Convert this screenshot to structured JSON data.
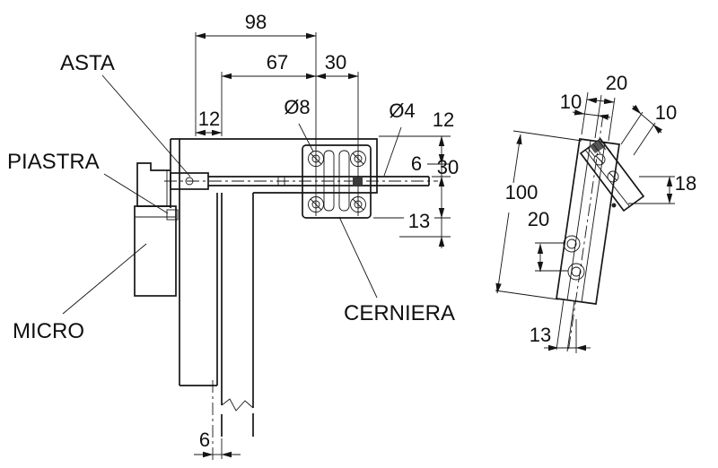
{
  "colors": {
    "line": "#161616",
    "background": "#ffffff"
  },
  "labels": {
    "asta": "ASTA",
    "piastra": "PIASTRA",
    "micro": "MICRO",
    "cerniera": "CERNIERA"
  },
  "front_dims": {
    "overall_width": "98",
    "rod_length": "67",
    "hinge_width": "30",
    "left_offset": "12",
    "hole_large": "Ø8",
    "hole_small": "Ø4",
    "right_top": "12",
    "right_rod": "6",
    "right_mid": "30",
    "right_bottom": "13",
    "bottom_offset": "6"
  },
  "side_dims": {
    "top_width": "20",
    "top_left": "10",
    "top_right": "10",
    "hinge_depth": "18",
    "plate_length": "100",
    "hole_spacing": "20",
    "bottom_offset": "13"
  }
}
